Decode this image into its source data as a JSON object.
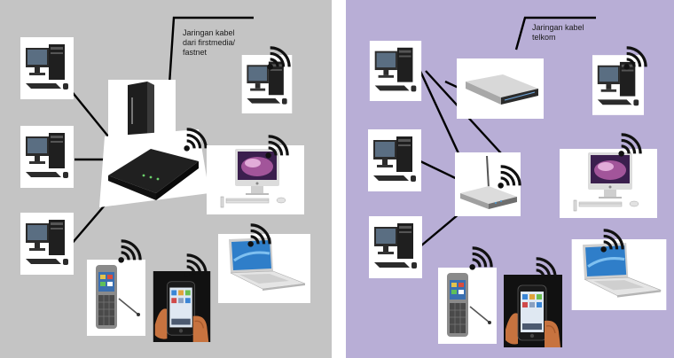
{
  "colors": {
    "left_panel": "#c4c4c4",
    "right_panel": "#b8aed6",
    "cable": "#000000",
    "wifi": "#111111"
  },
  "left_panel": {
    "cable_label": [
      "Jaringan kabel",
      "dari firstmedia/",
      "fastnet"
    ],
    "devices": [
      "desktop-pc",
      "desktop-pc",
      "desktop-pc",
      "cable-modem",
      "wireless-router",
      "desktop-pc",
      "imac",
      "macbook",
      "mobile-phone",
      "smartphone"
    ]
  },
  "right_panel": {
    "cable_label": [
      "Jaringan kabel",
      "telkom"
    ],
    "devices": [
      "desktop-pc",
      "desktop-pc",
      "desktop-pc",
      "adsl-modem",
      "access-point",
      "desktop-pc",
      "imac",
      "macbook",
      "mobile-phone",
      "smartphone"
    ]
  }
}
